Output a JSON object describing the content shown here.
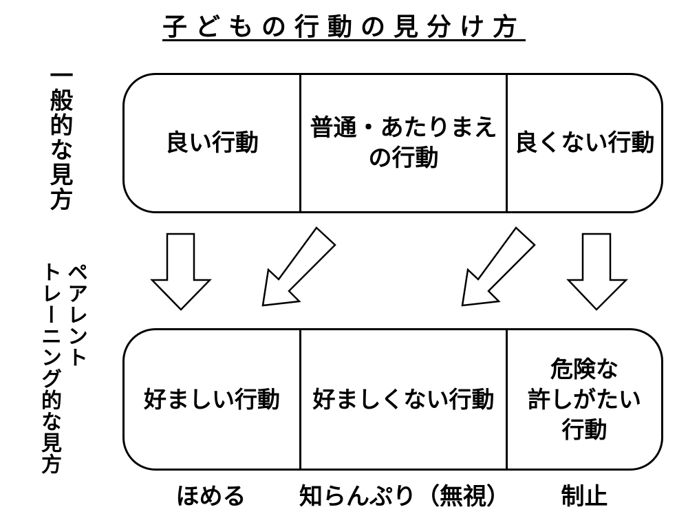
{
  "title": "子どもの行動の見分け方",
  "general_view": {
    "label": "一般的な見方",
    "cells": [
      "良い行動",
      "普通・あたりまえ\nの行動",
      "良くない行動"
    ]
  },
  "pt_view": {
    "label": "ペアレント\nトレーニング的な見方",
    "cells": [
      "好ましい行動",
      "好ましくない行動",
      "危険な\n許しがたい\n行動"
    ]
  },
  "responses": [
    "ほめる",
    "知らんぷり（無視）",
    "制止"
  ]
}
